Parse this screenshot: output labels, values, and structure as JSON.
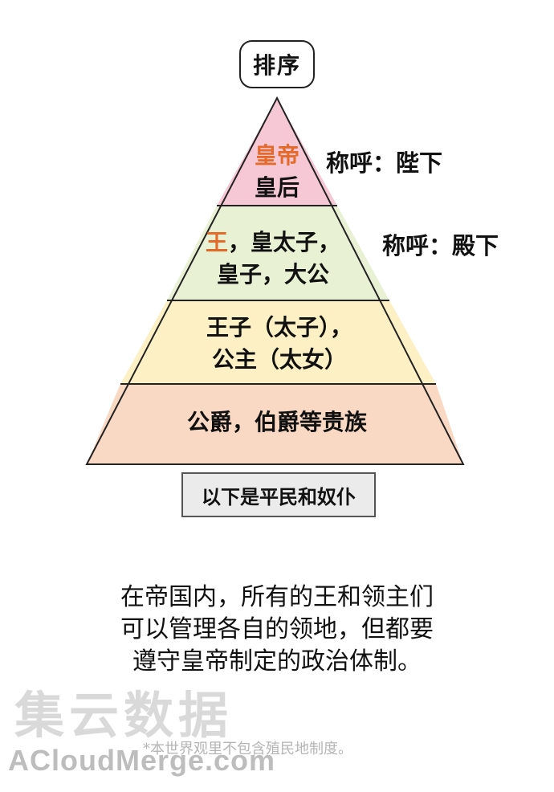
{
  "title": "排序",
  "pyramid": {
    "tier1": {
      "line1": "皇帝",
      "line2": "皇后",
      "color": "#f6c8d6"
    },
    "tier2": {
      "highlight": "王",
      "line1_rest": "，皇太子，",
      "line2": "皇子，大公",
      "color": "#e9f1d5"
    },
    "tier3": {
      "line1": "王子（太子），",
      "line2": "公主（太女）",
      "color": "#fdf0c5"
    },
    "tier4": {
      "line1": "公爵，伯爵等贵族",
      "color": "#f9d8c4"
    }
  },
  "address_labels": {
    "top": "称呼：陛下",
    "second": "称呼：殿下"
  },
  "footer_box": "以下是平民和奴仆",
  "description": [
    "在帝国内，所有的王和领主们",
    "可以管理各自的领地，但都要",
    "遵守皇帝制定的政治体制。"
  ],
  "watermark": {
    "cn": "集云数据",
    "en": "ACloudMerge.com"
  },
  "note": "*本世界观里不包含殖民地制度。",
  "colors": {
    "highlight": "#e56a2a"
  }
}
